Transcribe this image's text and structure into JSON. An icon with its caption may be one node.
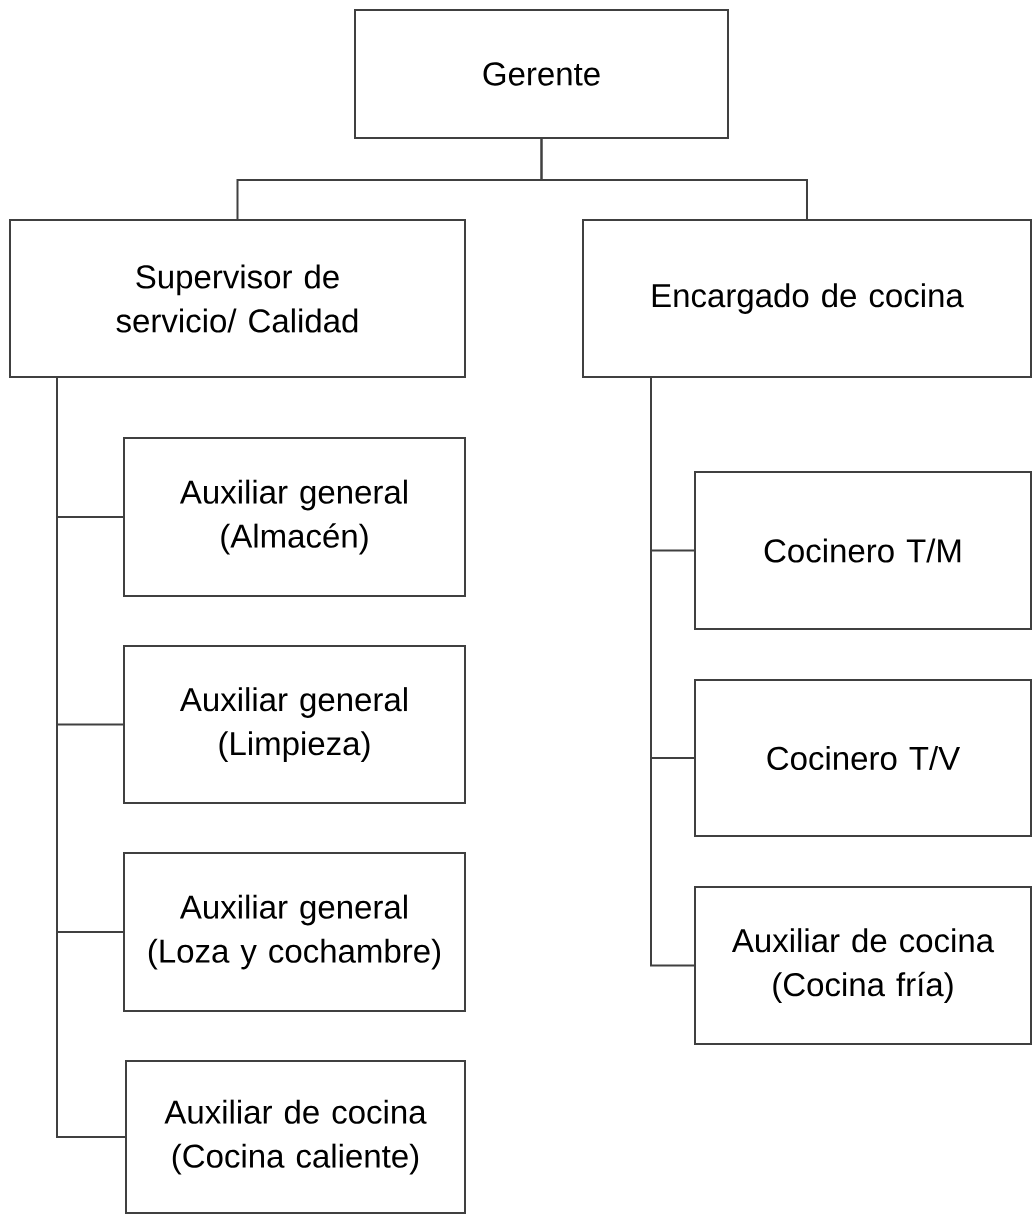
{
  "diagram": {
    "nodes": [
      {
        "text": [
          "Gerente"
        ]
      },
      {
        "text": [
          "Supervisor de servicio/ Calidad"
        ]
      },
      {
        "text": [
          "Encargado de cocina"
        ]
      },
      {
        "text": [
          "Auxiliar general (Almacén)"
        ]
      },
      {
        "text": [
          "Auxiliar general (Limpieza)"
        ]
      },
      {
        "text": [
          "Auxiliar general (Loza y cochambre)"
        ]
      },
      {
        "text": [
          "Auxiliar de cocina (Cocina caliente)"
        ]
      },
      {
        "text": [
          "Cocinero T/M"
        ]
      },
      {
        "text": [
          "Cocinero T/V"
        ]
      },
      {
        "text": [
          "Auxiliar de cocina (Cocina fría)"
        ]
      }
    ],
    "edges": [
      {
        "from": 0,
        "to": 1,
        "arrow": "none"
      },
      {
        "from": 0,
        "to": 2,
        "arrow": "none"
      },
      {
        "from": 1,
        "to": 3,
        "arrow": "none"
      },
      {
        "from": 1,
        "to": 4,
        "arrow": "none"
      },
      {
        "from": 1,
        "to": 5,
        "arrow": "none"
      },
      {
        "from": 1,
        "to": 6,
        "arrow": "none"
      },
      {
        "from": 2,
        "to": 7,
        "arrow": "none"
      },
      {
        "from": 2,
        "to": 8,
        "arrow": "none"
      },
      {
        "from": 2,
        "to": 9,
        "arrow": "none"
      }
    ]
  }
}
